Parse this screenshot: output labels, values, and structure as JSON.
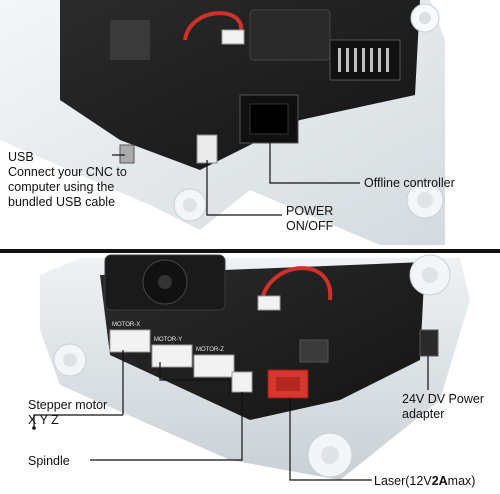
{
  "top_panel": {
    "usb_title": "USB",
    "usb_line1": "Connect your CNC to",
    "usb_line2": "computer using the",
    "usb_line3": "bundled USB cable",
    "offline": "Offline controller",
    "power_line1": "POWER",
    "power_line2": "ON/OFF"
  },
  "bottom_panel": {
    "stepper_line1": "Stepper motor",
    "stepper_line2": "X Y Z",
    "spindle": "Spindle",
    "power_adapter_line1": "24V DV Power",
    "power_adapter_line2": "adapter",
    "laser_prefix": "Laser(12V",
    "laser_bold": "2A",
    "laser_suffix": "max)",
    "silk_axes": [
      "MOTOR-X",
      "MOTOR-Y",
      "MOTOR-Z"
    ]
  },
  "colors": {
    "divider": "#111111",
    "board": "#1e1e1e",
    "acrylic": "#e6ebee",
    "connector_red": "#d8362c",
    "wire_red": "#d0312b"
  }
}
